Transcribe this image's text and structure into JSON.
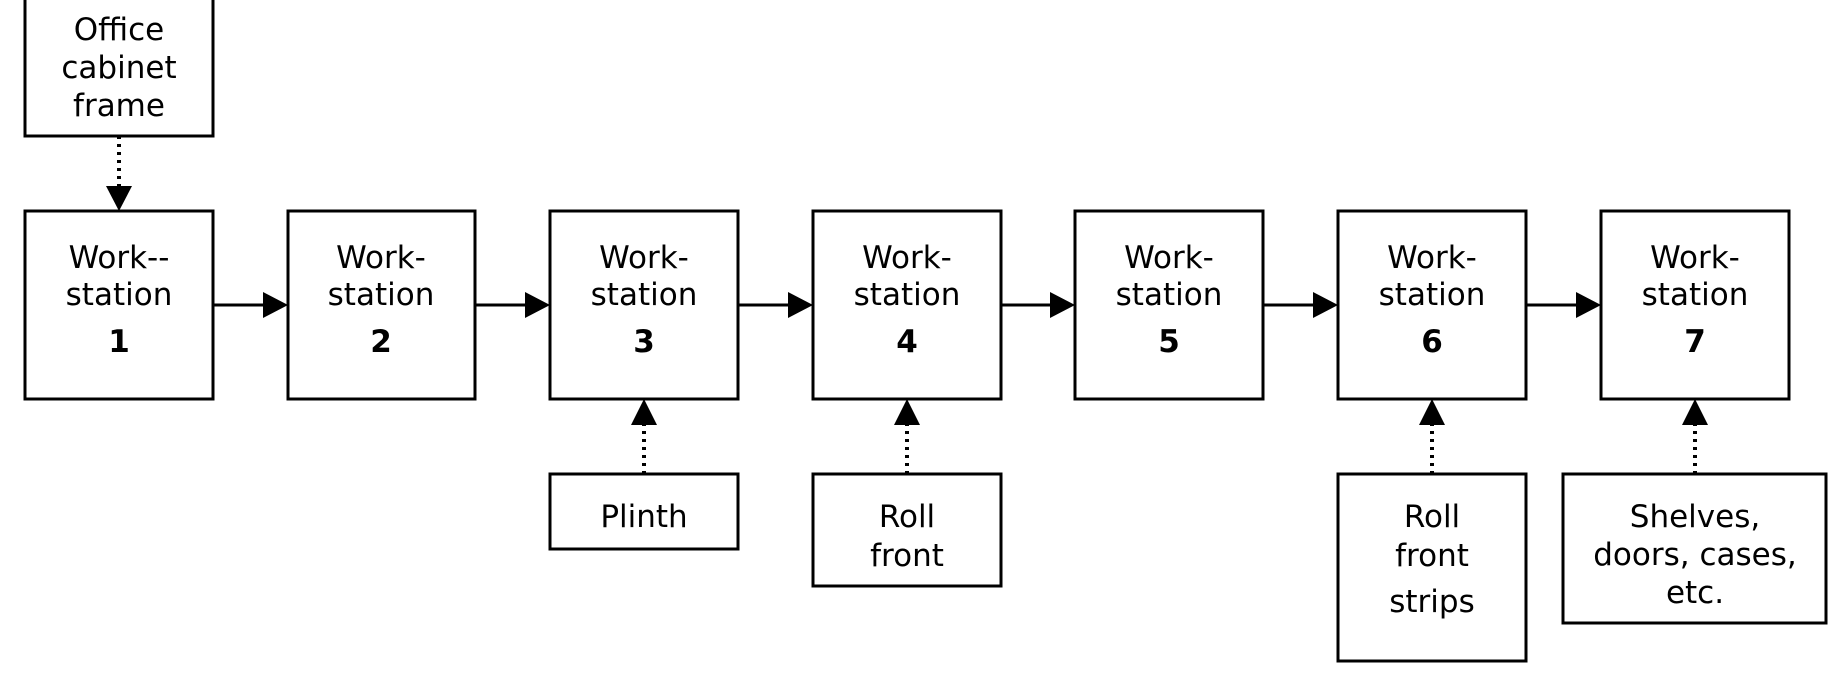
{
  "colors": {
    "line": "#000000",
    "fill": "#ffffff",
    "text": "#000000"
  },
  "workstations": [
    {
      "lines": [
        "Work--",
        "station"
      ],
      "number": "1"
    },
    {
      "lines": [
        "Work-",
        "station"
      ],
      "number": "2"
    },
    {
      "lines": [
        "Work-",
        "station"
      ],
      "number": "3"
    },
    {
      "lines": [
        "Work-",
        "station"
      ],
      "number": "4"
    },
    {
      "lines": [
        "Work-",
        "station"
      ],
      "number": "5"
    },
    {
      "lines": [
        "Work-",
        "station"
      ],
      "number": "6"
    },
    {
      "lines": [
        "Work-",
        "station"
      ],
      "number": "7"
    }
  ],
  "inputs": [
    {
      "lines": [
        "Office",
        "cabinet",
        "frame"
      ],
      "feeds_workstation": "1"
    },
    {
      "lines": [
        "Plinth"
      ],
      "feeds_workstation": "3"
    },
    {
      "lines": [
        "Roll",
        "front"
      ],
      "feeds_workstation": "4"
    },
    {
      "lines": [
        "Roll",
        "front",
        "strips"
      ],
      "feeds_workstation": "6"
    },
    {
      "lines": [
        "Shelves,",
        "doors, cases,",
        "etc."
      ],
      "feeds_workstation": "7"
    }
  ]
}
